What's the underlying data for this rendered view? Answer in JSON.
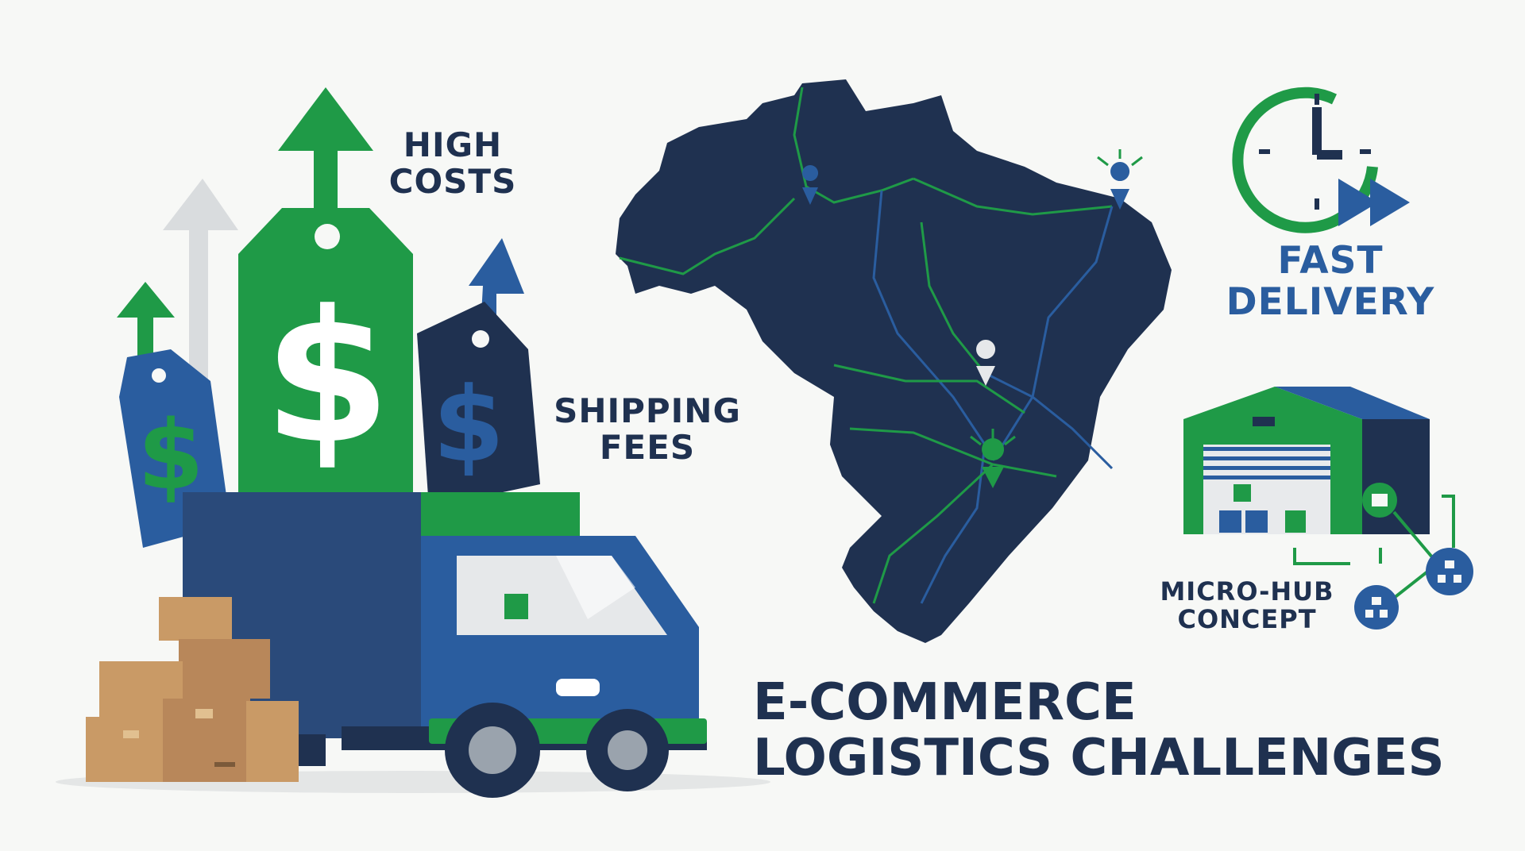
{
  "labels": {
    "high_costs": [
      "HIGH",
      "COSTS"
    ],
    "shipping_fees": [
      "SHIPPING",
      "FEES"
    ],
    "fast_delivery": [
      "FAST",
      "DELIVERY"
    ],
    "micro_hub": [
      "MICRO-HUB",
      "CONCEPT"
    ]
  },
  "title": [
    "E-COMMERCE",
    "LOGISTICS CHALLENGES"
  ],
  "colors": {
    "green": "#1f9a47",
    "navy": "#1f3150",
    "blue": "#2a5d9f",
    "light_gray": "#d9dcde",
    "cardboard": "#c99a66",
    "background": "#f7f8f6"
  },
  "icons": [
    "up-arrow-icon",
    "price-tag-icon",
    "dollar-icon",
    "delivery-truck-icon",
    "cardboard-box-icon",
    "brazil-map-icon",
    "location-pin-icon",
    "clock-icon",
    "fast-forward-icon",
    "warehouse-icon",
    "network-node-icon"
  ]
}
